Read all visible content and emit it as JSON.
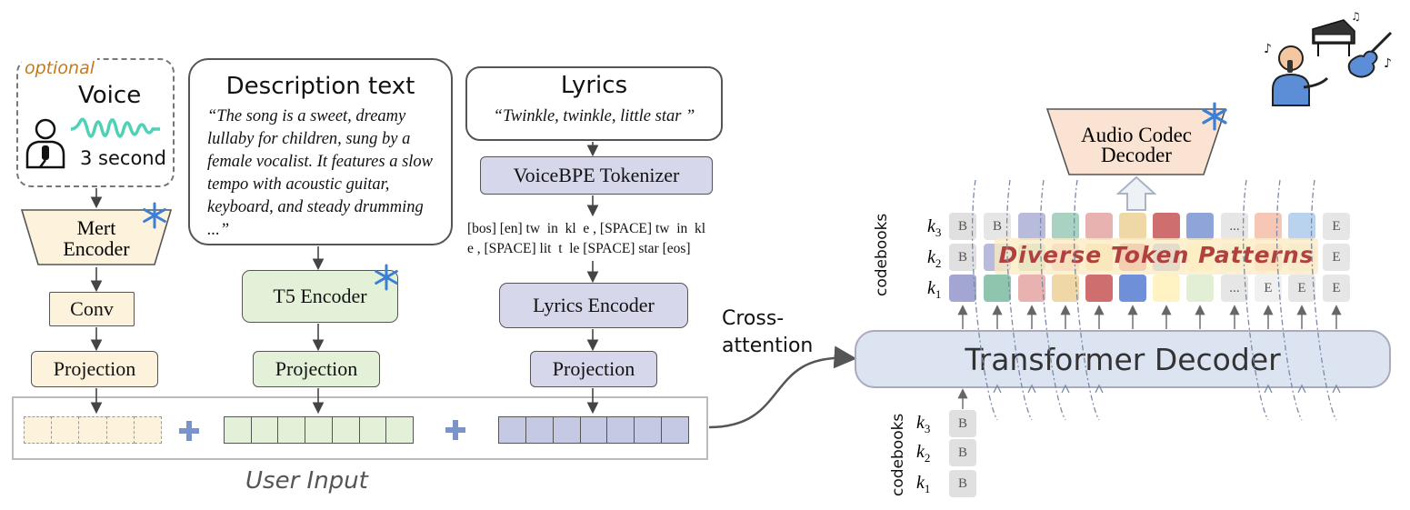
{
  "voice": {
    "optional_label": "optional",
    "title": "Voice",
    "duration": "3 second"
  },
  "mert": {
    "line1": "Mert",
    "line2": "Encoder"
  },
  "conv": {
    "label": "Conv"
  },
  "projection_label": "Projection",
  "description": {
    "title": "Description text",
    "text": "“The song is a sweet, dreamy lullaby for children, sung by a female vocalist. It features a slow tempo with acoustic guitar, keyboard, and steady drumming ...”"
  },
  "t5": {
    "label": "T5 Encoder"
  },
  "lyrics": {
    "title": "Lyrics",
    "text": "“Twinkle, twinkle, little star ”"
  },
  "voicebpe": {
    "label": "VoiceBPE Tokenizer"
  },
  "tokens": {
    "line1": "[bos] [en] tw  in  kl  e , [SPACE] tw  in  kl",
    "line2": "e , [SPACE] lit  t  le [SPACE] star [eos]"
  },
  "lyrics_encoder": {
    "label": "Lyrics Encoder"
  },
  "user_input": {
    "label": "User Input"
  },
  "cross_attention": {
    "line1": "Cross-",
    "line2": "attention"
  },
  "transformer": {
    "label": "Transformer Decoder"
  },
  "codec": {
    "line1": "Audio Codec",
    "line2": "Decoder"
  },
  "diverse": {
    "label": "Diverse Token Patterns"
  },
  "codebooks_label": "codebooks",
  "k_labels": {
    "k3": "k",
    "k2": "k",
    "k1": "k",
    "s3": "3",
    "s2": "2",
    "s1": "1"
  },
  "token_letters": {
    "begin": "B",
    "end": "E",
    "ellipsis": "..."
  },
  "colors": {
    "voice_fill": "#fdf3dc",
    "t5_fill": "#e3f1d9",
    "lyrics_fill": "#d6d7ea",
    "transformer_fill": "#dce4f2",
    "codec_fill": "#fbe3d3",
    "diverse_text": "#b0413e",
    "optional_text": "#c8781d",
    "snowflake": "#3b7fd6",
    "wave_teal": "#4fd1b5",
    "plus": "#7a93c8"
  },
  "icons": [
    "person-microphone-icon",
    "waveform-icon",
    "snowflake-icon",
    "plus-icon",
    "audio-waveform-icon",
    "singer-icon",
    "piano-icon",
    "guitar-icon"
  ]
}
